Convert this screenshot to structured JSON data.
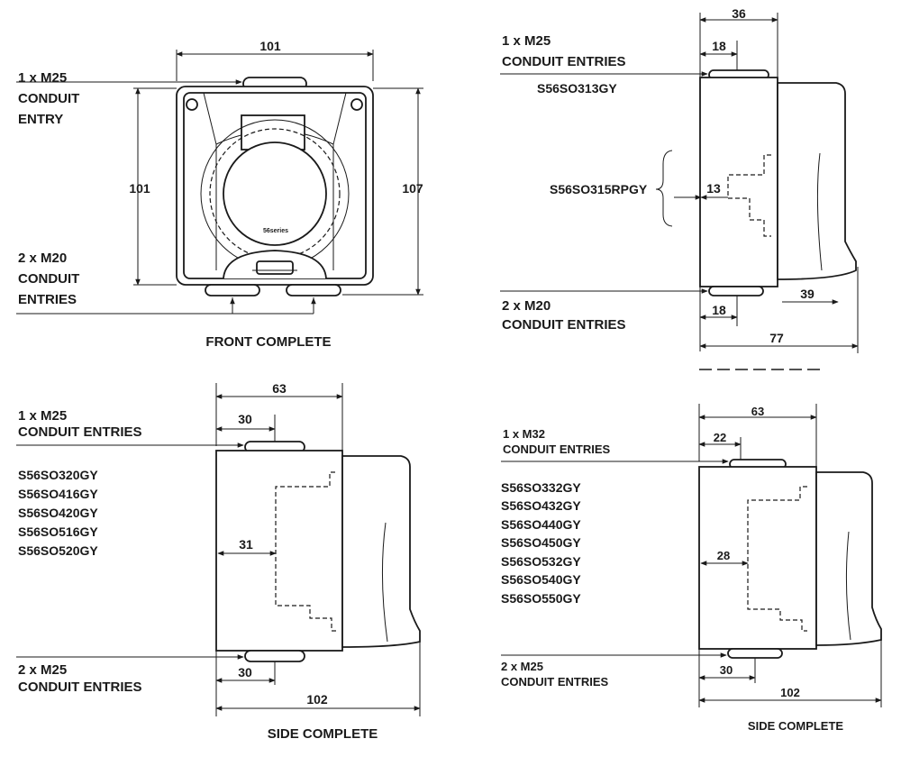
{
  "front": {
    "dim_width": "101",
    "dim_height_body": "101",
    "dim_height_total": "107",
    "top_entry": [
      "1 x M25",
      "CONDUIT",
      "ENTRY"
    ],
    "bottom_entries": [
      "2 x M20",
      "CONDUIT",
      "ENTRIES"
    ],
    "brand": "56series",
    "caption": "FRONT COMPLETE"
  },
  "side1": {
    "dim_top_cut": "36",
    "dim_18_top": "18",
    "top_entry": [
      "1 x M25",
      "CONDUIT ENTRIES"
    ],
    "model_a": "S56SO313GY",
    "model_b": "S56SO315RPGY",
    "dim_13": "13",
    "dim_39": "39",
    "bottom_entries": [
      "2 x M20",
      "CONDUIT ENTRIES"
    ],
    "dim_18_bottom": "18",
    "dim_77": "77"
  },
  "side2": {
    "dim_63": "63",
    "dim_30_top": "30",
    "top_entry": [
      "1 x M25",
      "CONDUIT ENTRIES"
    ],
    "models": [
      "S56SO320GY",
      "S56SO416GY",
      "S56SO420GY",
      "S56SO516GY",
      "S56SO520GY"
    ],
    "dim_31": "31",
    "bottom_entries": [
      "2 x M25",
      "CONDUIT ENTRIES"
    ],
    "dim_30_bottom": "30",
    "dim_102": "102",
    "caption": "SIDE COMPLETE"
  },
  "side3": {
    "dim_63": "63",
    "dim_22": "22",
    "top_entry": [
      "1 x M32",
      "CONDUIT ENTRIES"
    ],
    "models": [
      "S56SO332GY",
      "S56SO432GY",
      "S56SO440GY",
      "S56SO450GY",
      "S56SO532GY",
      "S56SO540GY",
      "S56SO550GY"
    ],
    "dim_28": "28",
    "bottom_entries": [
      "2 x M25",
      "CONDUIT ENTRIES"
    ],
    "dim_30": "30",
    "dim_102": "102",
    "caption": "SIDE COMPLETE"
  }
}
